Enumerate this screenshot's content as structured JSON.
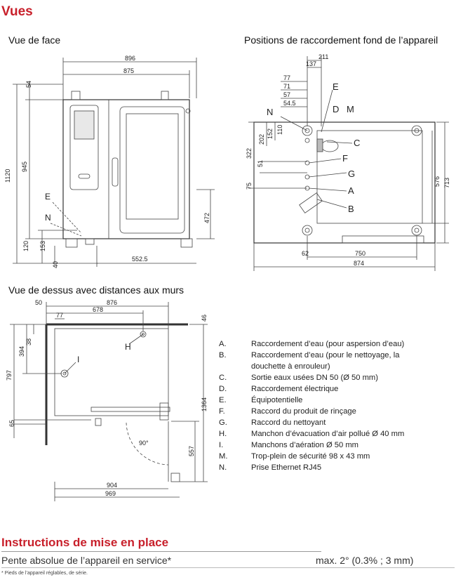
{
  "section_views": "Vues",
  "front_view": {
    "title": "Vue de face",
    "dims": {
      "w896": "896",
      "w875": "875",
      "h1120": "1120",
      "h945": "945",
      "h54": "54",
      "h472": "472",
      "h120": "120",
      "h153": "153",
      "h40": "40",
      "w5525": "552.5"
    },
    "labels": {
      "E": "E",
      "N": "N"
    }
  },
  "bottom_view": {
    "title": "Positions de raccordement fond de l’appareil",
    "dims": {
      "d211": "211",
      "d137": "137",
      "d77": "77",
      "d71": "71",
      "d57": "57",
      "d545": "54.5",
      "d110": "110",
      "d152": "152",
      "d202": "202",
      "d322": "322",
      "d51a": "51",
      "d75": "75",
      "d51b": "51",
      "d576": "576",
      "d713": "713",
      "d62": "62",
      "d750": "750",
      "d874": "874"
    },
    "labels": {
      "E": "E",
      "D": "D",
      "M": "M",
      "N": "N",
      "C": "C",
      "F": "F",
      "G": "G",
      "A": "A",
      "B": "B"
    }
  },
  "top_view": {
    "title": "Vue de dessus avec distances aux murs",
    "dims": {
      "d50": "50",
      "d876": "876",
      "d678": "678",
      "d77": "77",
      "d46": "46",
      "d38": "38",
      "d394": "394",
      "d797": "797",
      "d1364": "1364",
      "d65": "65",
      "d557": "557",
      "d904": "904",
      "d969": "969",
      "angle": "90°"
    },
    "labels": {
      "H": "H",
      "I": "I"
    }
  },
  "legend": [
    {
      "key": "A.",
      "text": "Raccordement d’eau (pour aspersion d’eau)"
    },
    {
      "key": "B.",
      "text": "Raccordement d’eau (pour le nettoyage, la douchette à enrouleur)"
    },
    {
      "key": "C.",
      "text": "Sortie eaux usées DN 50 (Ø 50 mm)"
    },
    {
      "key": "D.",
      "text": "Raccordement électrique"
    },
    {
      "key": "E.",
      "text": "Équipotentielle"
    },
    {
      "key": "F.",
      "text": "Raccord du produit de rinçage"
    },
    {
      "key": "G.",
      "text": "Raccord du nettoyant"
    },
    {
      "key": "H.",
      "text": "Manchon d’évacuation d’air pollué Ø 40 mm"
    },
    {
      "key": "I.",
      "text": "Manchons d’aération Ø 50 mm"
    },
    {
      "key": "M.",
      "text": "Trop-plein de sécurité 98 x 43 mm"
    },
    {
      "key": "N.",
      "text": "Prise Ethernet RJ45"
    }
  ],
  "install": {
    "title": "Instructions de mise en place",
    "row_label": "Pente absolue de l’appareil en service*",
    "row_value": "max. 2° (0.3% ; 3 mm)",
    "footnote": "* Pieds de l’appareil réglables, de série."
  },
  "colors": {
    "accent": "#c8202b"
  }
}
